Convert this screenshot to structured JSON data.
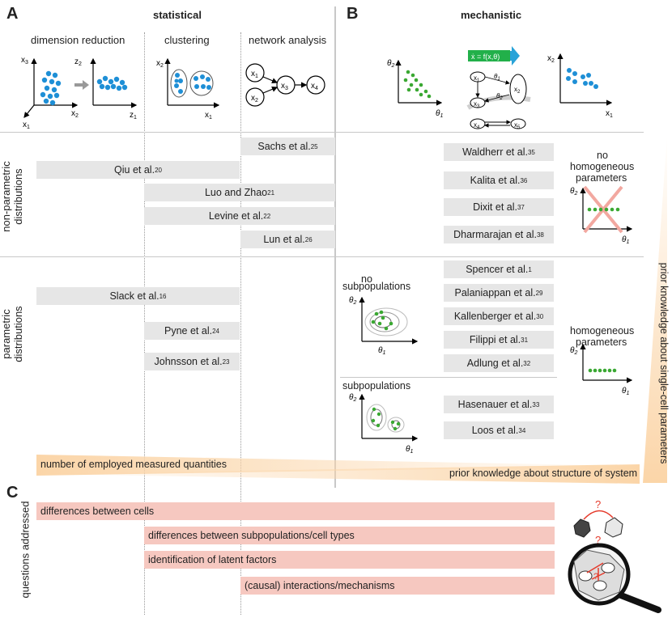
{
  "panel_a": {
    "letter": "A",
    "title": "statistical",
    "sub_dimension_reduction": "dimension reduction",
    "sub_clustering": "clustering",
    "sub_network_analysis": "network analysis"
  },
  "panel_b": {
    "letter": "B",
    "title": "mechanistic",
    "equation": "ẋ = f(x,θ)"
  },
  "panel_c": {
    "letter": "C",
    "row_label": "questions addressed",
    "bars": [
      "differences between cells",
      "differences between subpopulations/cell types",
      "identification of latent factors",
      "(causal) interactions/mechanisms"
    ]
  },
  "row_labels": {
    "non_parametric_line1": "non-parametric",
    "non_parametric_line2": "distributions",
    "parametric_line1": "parametric",
    "parametric_line2": "distributions"
  },
  "statistical_refs": [
    {
      "name": "Sachs et al.",
      "ref": "25"
    },
    {
      "name": "Qiu et al.",
      "ref": "20"
    },
    {
      "name": "Luo and Zhao",
      "ref": "21"
    },
    {
      "name": "Levine et al.",
      "ref": "22"
    },
    {
      "name": "Lun et al.",
      "ref": "26"
    },
    {
      "name": "Slack et al.",
      "ref": "16"
    },
    {
      "name": "Pyne et al.",
      "ref": "24"
    },
    {
      "name": "Johnsson et al.",
      "ref": "23"
    }
  ],
  "mechanistic_refs": [
    {
      "name": "Waldherr et al.",
      "ref": "35"
    },
    {
      "name": "Kalita et al.",
      "ref": "36"
    },
    {
      "name": "Dixit et al.",
      "ref": "37"
    },
    {
      "name": "Dharmarajan et al.",
      "ref": "38"
    },
    {
      "name": "Spencer et al.",
      "ref": "1"
    },
    {
      "name": "Palaniappan et al.",
      "ref": "29"
    },
    {
      "name": "Kallenberger et al.",
      "ref": "30"
    },
    {
      "name": "Filippi et al.",
      "ref": "31"
    },
    {
      "name": "Adlung et al.",
      "ref": "32"
    },
    {
      "name": "Hasenauer et al.",
      "ref": "33"
    },
    {
      "name": "Loos et al.",
      "ref": "34"
    }
  ],
  "annotations": {
    "no_homogeneous_1": "no",
    "no_homogeneous_2": "homogeneous",
    "no_homogeneous_3": "parameters",
    "homogeneous_1": "homogeneous",
    "homogeneous_2": "parameters",
    "no_subpop_1": "no",
    "no_subpop_2": "subpopulations",
    "subpop": "subpopulations",
    "theta1": "θ1",
    "theta2": "θ2"
  },
  "gradients": {
    "measured": "number of employed measured quantities",
    "structure": "prior knowledge about structure of system",
    "parameters": "prior knowledge about single-cell parameters"
  },
  "axis_labels": {
    "x1": "x1",
    "x2": "x2",
    "x3": "x3",
    "x4": "x4",
    "z1": "z1",
    "z2": "z2"
  },
  "colors": {
    "blue_dot": "#1e8fd6",
    "green_dot": "#3aa832",
    "gray_bar": "#e6e6e6",
    "salmon_bar": "#f6c8c0",
    "orange_gradient": "#fbd5a8",
    "arrow_blue": "#29a3d8",
    "arrow_green": "#22b04a",
    "red_cross": "#f2a8a0"
  }
}
